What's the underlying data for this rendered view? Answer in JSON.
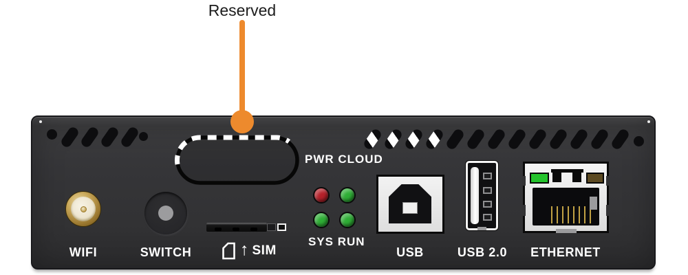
{
  "callout": {
    "label": "Reserved",
    "accent_color": "#ED8A2D"
  },
  "panel": {
    "indicator_labels": {
      "top": "PWR CLOUD",
      "bottom": "SYS RUN"
    },
    "leds": [
      {
        "name": "PWR",
        "color": "#b5212a"
      },
      {
        "name": "CLOUD",
        "color": "#2fae36"
      },
      {
        "name": "SYS",
        "color": "#2fae36"
      },
      {
        "name": "RUN",
        "color": "#2fae36"
      }
    ],
    "ports": [
      {
        "id": "wifi",
        "label": "WIFI"
      },
      {
        "id": "switch",
        "label": "SWITCH"
      },
      {
        "id": "sim",
        "label": "SIM",
        "arrow": "↑"
      },
      {
        "id": "usb",
        "label": "USB"
      },
      {
        "id": "usb2",
        "label": "USB 2.0"
      },
      {
        "id": "ethernet",
        "label": "ETHERNET"
      }
    ],
    "ethernet_leds": {
      "left_color": "#24c32c",
      "right_color": "#5c4a22"
    }
  }
}
